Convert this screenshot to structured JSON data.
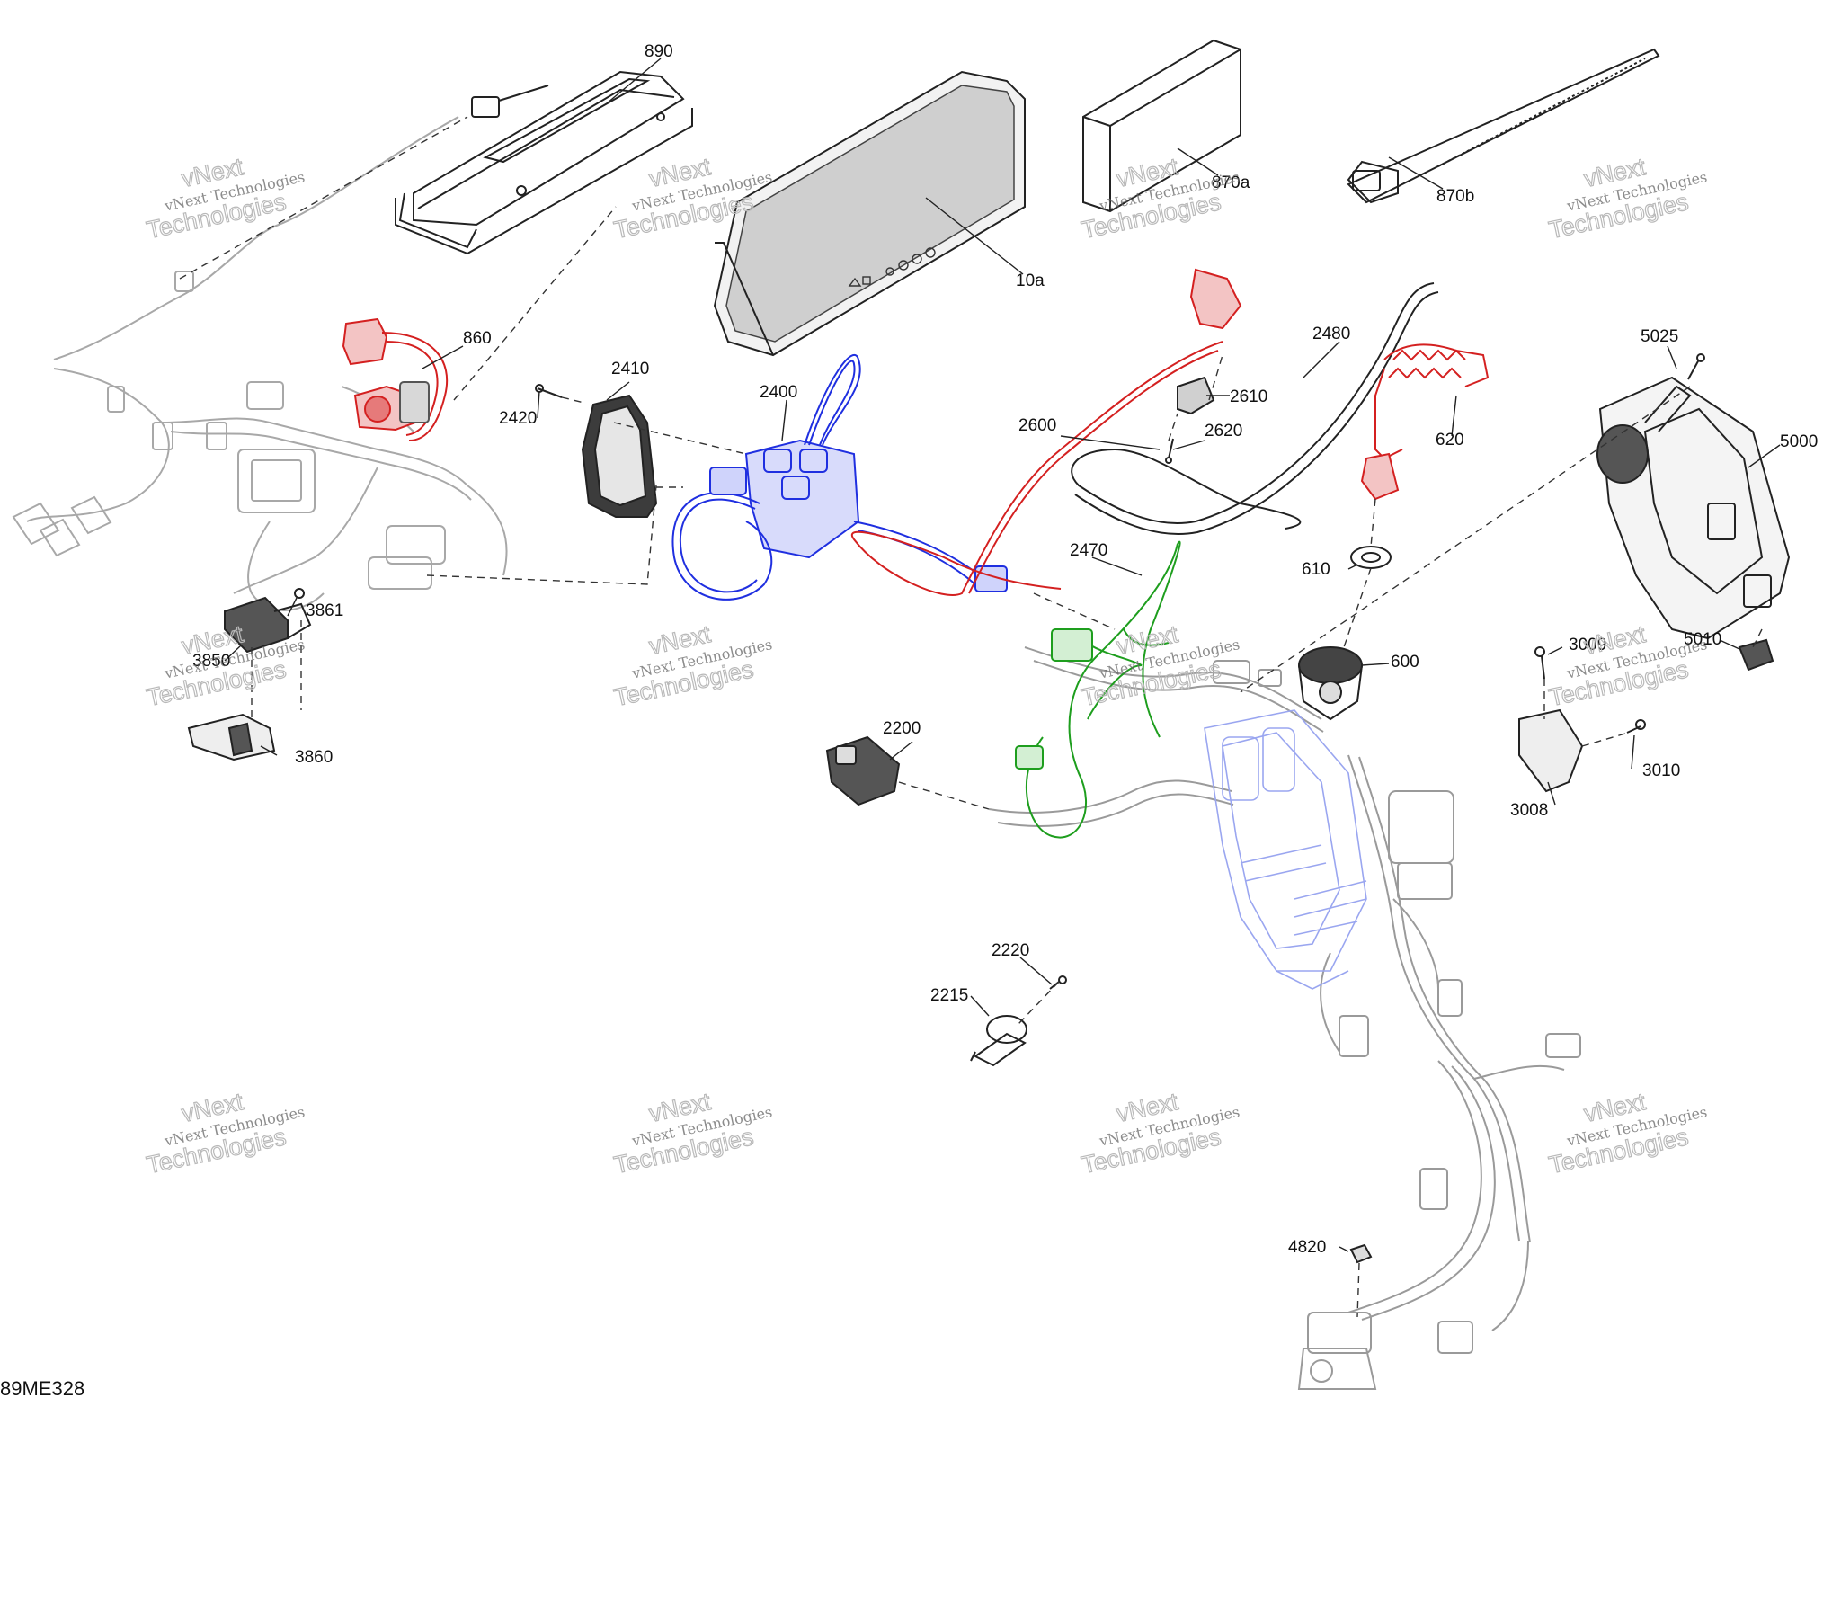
{
  "diagram_code": "89ME328",
  "watermark": {
    "line1": "vNext Technologies",
    "line2": "Technologies",
    "sub": "vNext"
  },
  "callouts": [
    {
      "id": "890",
      "label": "890"
    },
    {
      "id": "870a",
      "label": "870a"
    },
    {
      "id": "870b",
      "label": "870b"
    },
    {
      "id": "10a",
      "label": "10a"
    },
    {
      "id": "860",
      "label": "860"
    },
    {
      "id": "2410",
      "label": "2410"
    },
    {
      "id": "2400",
      "label": "2400"
    },
    {
      "id": "2420",
      "label": "2420"
    },
    {
      "id": "2480",
      "label": "2480"
    },
    {
      "id": "2610",
      "label": "2610"
    },
    {
      "id": "2600",
      "label": "2600"
    },
    {
      "id": "2620",
      "label": "2620"
    },
    {
      "id": "620",
      "label": "620"
    },
    {
      "id": "5025",
      "label": "5025"
    },
    {
      "id": "5000",
      "label": "5000"
    },
    {
      "id": "610",
      "label": "610"
    },
    {
      "id": "2470",
      "label": "2470"
    },
    {
      "id": "600",
      "label": "600"
    },
    {
      "id": "5010",
      "label": "5010"
    },
    {
      "id": "3009",
      "label": "3009"
    },
    {
      "id": "3010",
      "label": "3010"
    },
    {
      "id": "3008",
      "label": "3008"
    },
    {
      "id": "3861",
      "label": "3861"
    },
    {
      "id": "3850",
      "label": "3850"
    },
    {
      "id": "3860",
      "label": "3860"
    },
    {
      "id": "2200",
      "label": "2200"
    },
    {
      "id": "2220",
      "label": "2220"
    },
    {
      "id": "2215",
      "label": "2215"
    },
    {
      "id": "4820",
      "label": "4820"
    }
  ],
  "colors": {
    "highlight_red": "#d42020",
    "highlight_blue": "#1f2fe0",
    "highlight_green": "#1e9e1e",
    "ghost_blue": "#9aa6f0",
    "line_dark": "#222222",
    "line_ghost": "#a8a8a8"
  }
}
